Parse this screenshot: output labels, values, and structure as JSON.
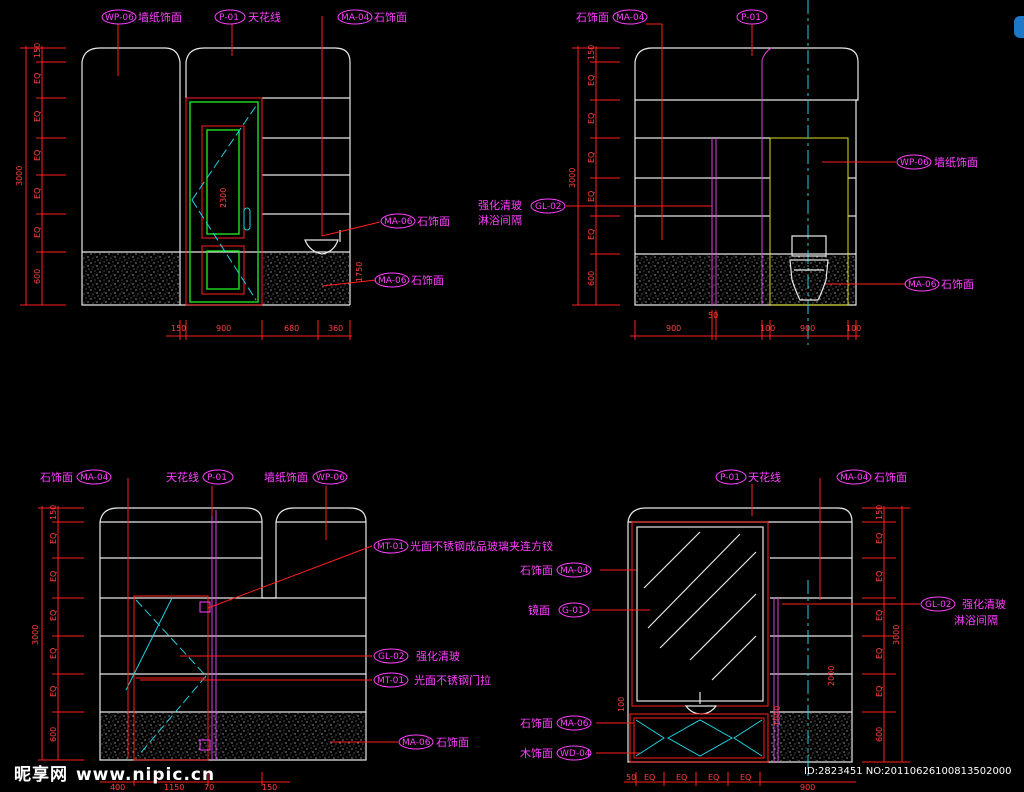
{
  "tags": {
    "wp06": "WP-06",
    "p01": "P-01",
    "ma04": "MA-04",
    "ma06": "MA-06",
    "gl02": "GL-02",
    "mt01": "MT-01",
    "g01": "G-01",
    "wd04": "WD-04"
  },
  "texts": {
    "wallpaper": "墙纸饰面",
    "ceiling_line": "天花线",
    "stone": "石饰面",
    "tempered_glass": "强化清玻",
    "shower_partition": "淋浴间隔",
    "mt_hinge": "光面不锈钢成品玻璃夹连方铰",
    "mt_handle": "光面不锈钢门拉",
    "mirror": "镜面",
    "wood": "木饰面"
  },
  "dims": {
    "d150": "150",
    "eq": "EQ",
    "d3000": "3000",
    "d600": "600",
    "d900": "900",
    "d680": "680",
    "d360": "360",
    "d2300": "2300",
    "d1750": "1750",
    "d50": "50",
    "d100": "100",
    "d1000": "1000",
    "d2000": "2000",
    "d1150": "1150",
    "d70": "70",
    "d400": "400"
  },
  "watermark": {
    "brand": "昵享网",
    "site": "www.nipic.cn"
  },
  "id_line": "ID:2823451 NO:20110626100813502000"
}
